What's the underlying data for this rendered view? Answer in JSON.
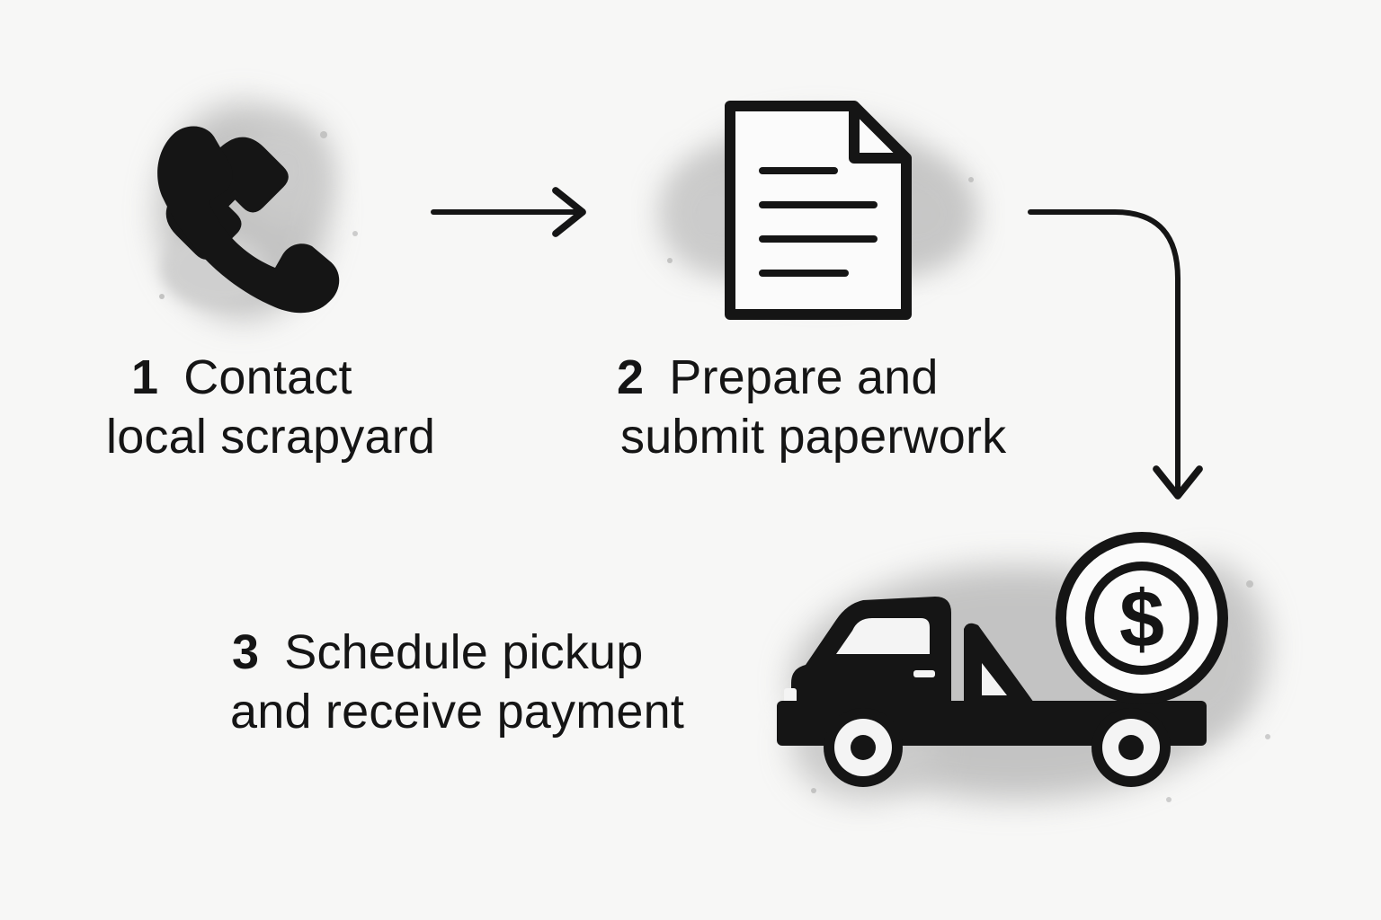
{
  "steps": [
    {
      "number": "1",
      "line1": "Contact",
      "line2": "local scrapyard",
      "icon": "phone-icon"
    },
    {
      "number": "2",
      "line1": "Prepare and",
      "line2": "submit paperwork",
      "icon": "document-icon"
    },
    {
      "number": "3",
      "line1": "Schedule pickup",
      "line2": "and receive payment",
      "icon": "tow-truck-icon"
    }
  ],
  "coin_symbol": "$",
  "colors": {
    "background": "#f7f7f6",
    "ink": "#151515",
    "splash": "#8a8a8a"
  }
}
